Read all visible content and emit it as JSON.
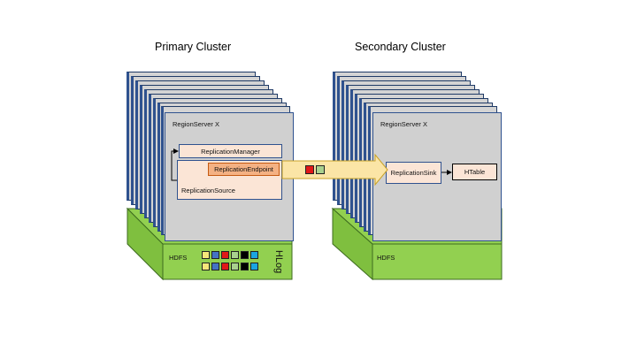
{
  "primary": {
    "title": "Primary Cluster",
    "server_label": "RegionServer X",
    "replication_manager": "ReplicationManager",
    "replication_endpoint": "ReplicationEndpoint",
    "replication_source": "ReplicationSource",
    "hdfs": "HDFS",
    "hlog": "HLog",
    "log_rows": [
      [
        "#f6e67a",
        "#4472c4",
        "#e01818",
        "#a9d18e",
        "#000000",
        "#1aa5e0"
      ],
      [
        "#f6e67a",
        "#4472c4",
        "#e01818",
        "#a9d18e",
        "#000000",
        "#1aa5e0"
      ]
    ]
  },
  "secondary": {
    "title": "Secondary Cluster",
    "server_label": "RegionServer X",
    "replication_sink": "ReplicationSink",
    "htable": "HTable",
    "hdfs": "HDFS"
  },
  "transfer_chips": [
    "#e01818",
    "#a9d18e"
  ],
  "colors": {
    "server": "#d0d0d0",
    "stack_border": "#2f528f",
    "hdfs_green": "#92d050",
    "component_fill": "#fbe5d6",
    "endpoint_fill": "#f4b183",
    "arrow_fill": "#fbe5a6"
  }
}
